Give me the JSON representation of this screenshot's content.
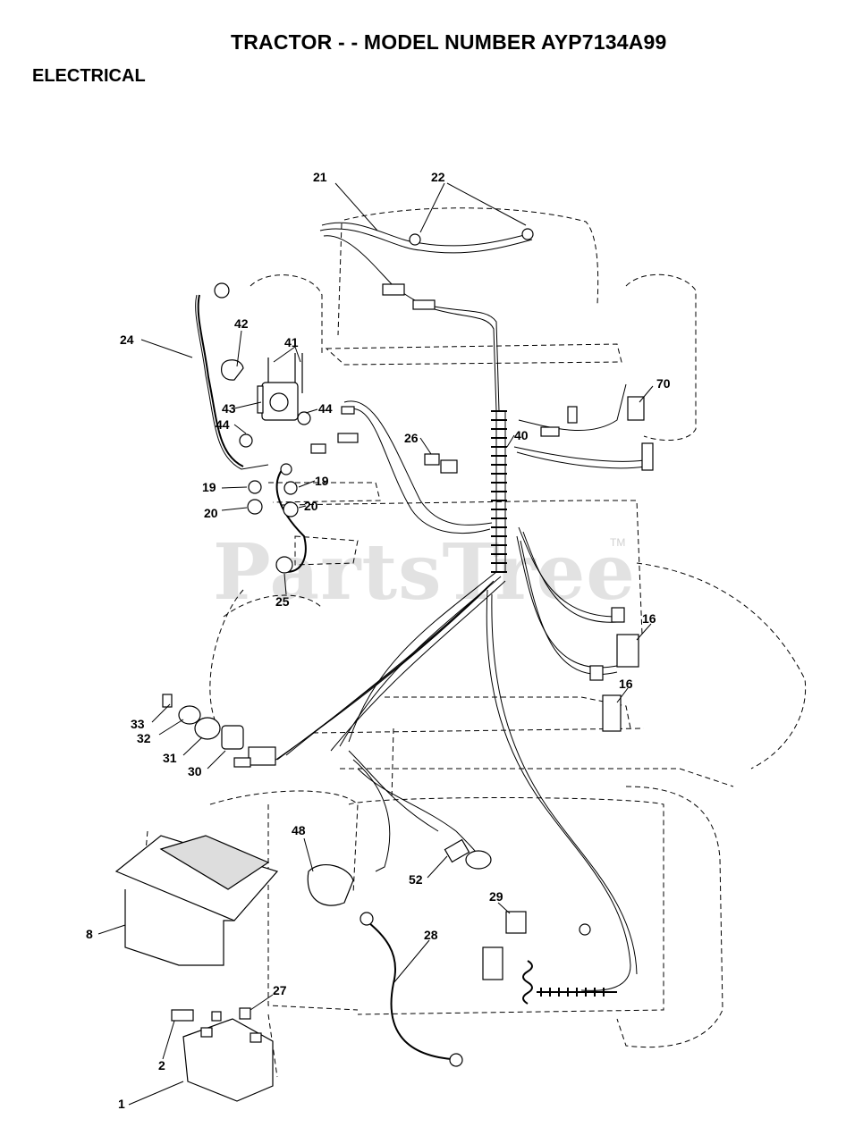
{
  "header": {
    "title": "TRACTOR - - MODEL NUMBER AYP7134A99",
    "section": "ELECTRICAL"
  },
  "watermark": {
    "text": "PartsTree",
    "tm": "TM"
  },
  "callouts": [
    "21",
    "22",
    "24",
    "42",
    "41",
    "43",
    "44",
    "44",
    "70",
    "26",
    "40",
    "19",
    "19",
    "20",
    "20",
    "25",
    "16",
    "16",
    "33",
    "32",
    "31",
    "30",
    "48",
    "52",
    "8",
    "29",
    "28",
    "27",
    "2",
    "1"
  ]
}
